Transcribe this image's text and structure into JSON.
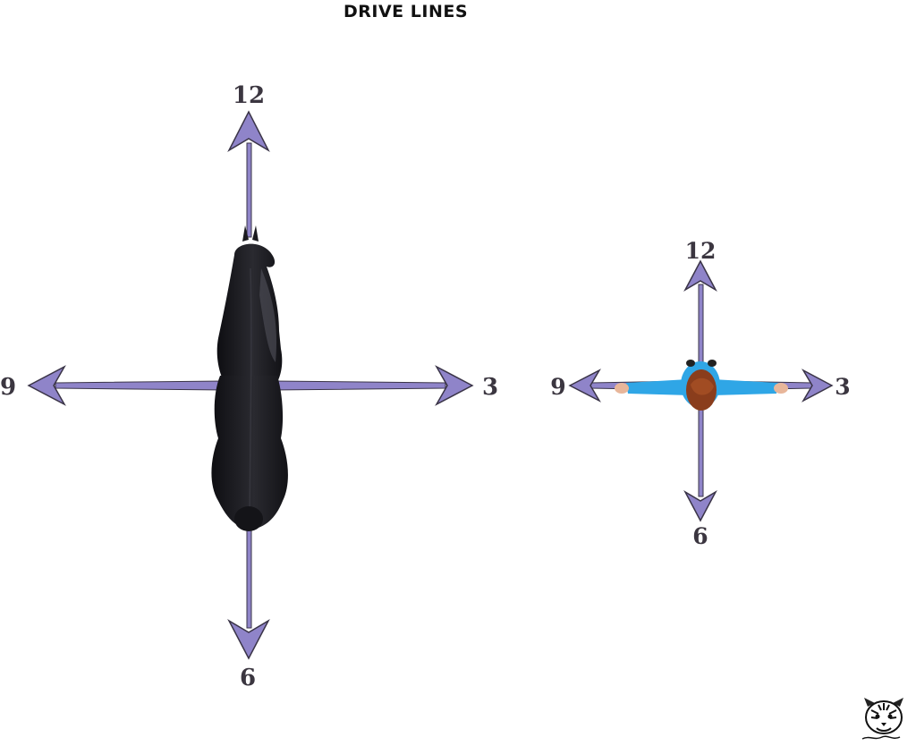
{
  "title": "DRIVE LINES",
  "horse_diagram": {
    "labels": {
      "top": "12",
      "right": "3",
      "bottom": "6",
      "left": "9"
    }
  },
  "person_diagram": {
    "labels": {
      "top": "12",
      "right": "3",
      "bottom": "6",
      "left": "9"
    }
  },
  "colors": {
    "arrow": "#8f84c9",
    "arrow_edge": "#3a3447",
    "horse": "#1b1b1f",
    "shirt": "#2fa6e6",
    "hair": "#8a3d1c",
    "skin": "#e8b69a"
  },
  "logo": {
    "icon": "tiger-head-icon"
  }
}
